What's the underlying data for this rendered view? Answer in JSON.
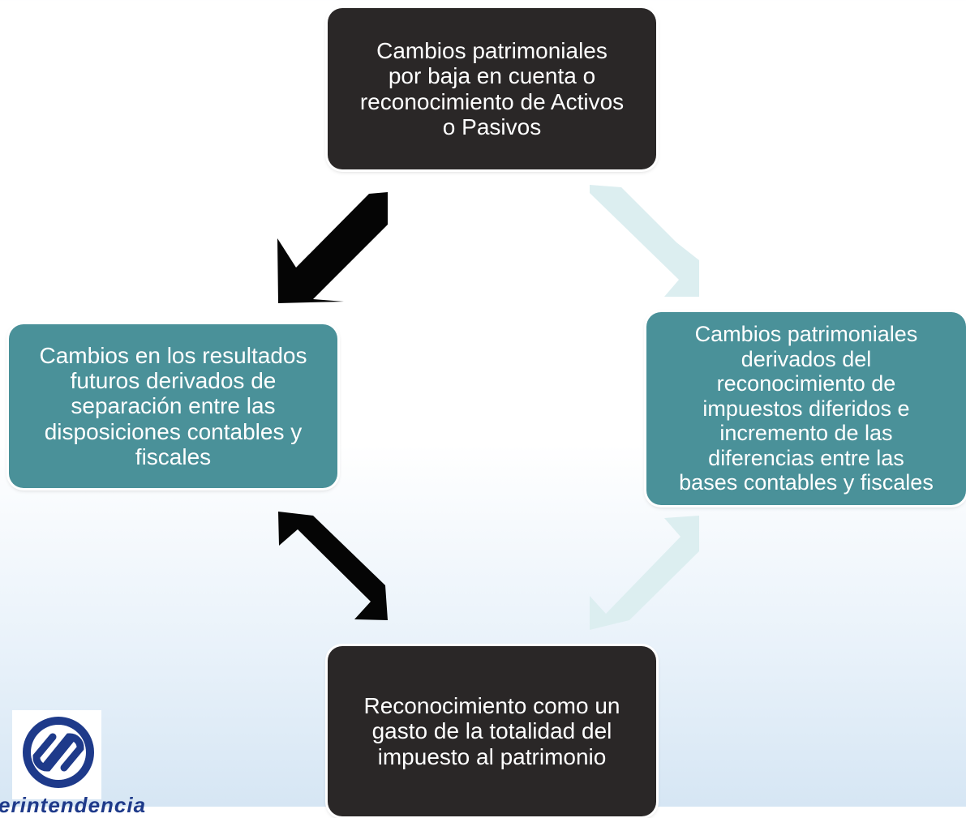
{
  "diagram": {
    "nodes": {
      "top": "Cambios  patrimoniales\npor baja en cuenta o\nreconocimiento de Activos\no Pasivos",
      "right": "Cambios patrimoniales\nderivados del\nreconocimiento de\nimpuestos diferidos  e\nincremento de las\ndiferencias entre las\nbases contables y fiscales",
      "bottom": "Reconocimiento  como un\ngasto  de la totalidad del\nimpuesto al patrimonio",
      "left": "Cambios en los resultados\nfuturos derivados  de\nseparación entre las\ndisposiciones contables y\nfiscales"
    },
    "colors": {
      "dark_node": "#2a2727",
      "teal_node": "#4a9199",
      "black_arrow": "#050505",
      "light_arrow": "#dceef0",
      "logo_blue": "#1e3a8a"
    }
  },
  "logo": {
    "text": "erintendencia"
  }
}
